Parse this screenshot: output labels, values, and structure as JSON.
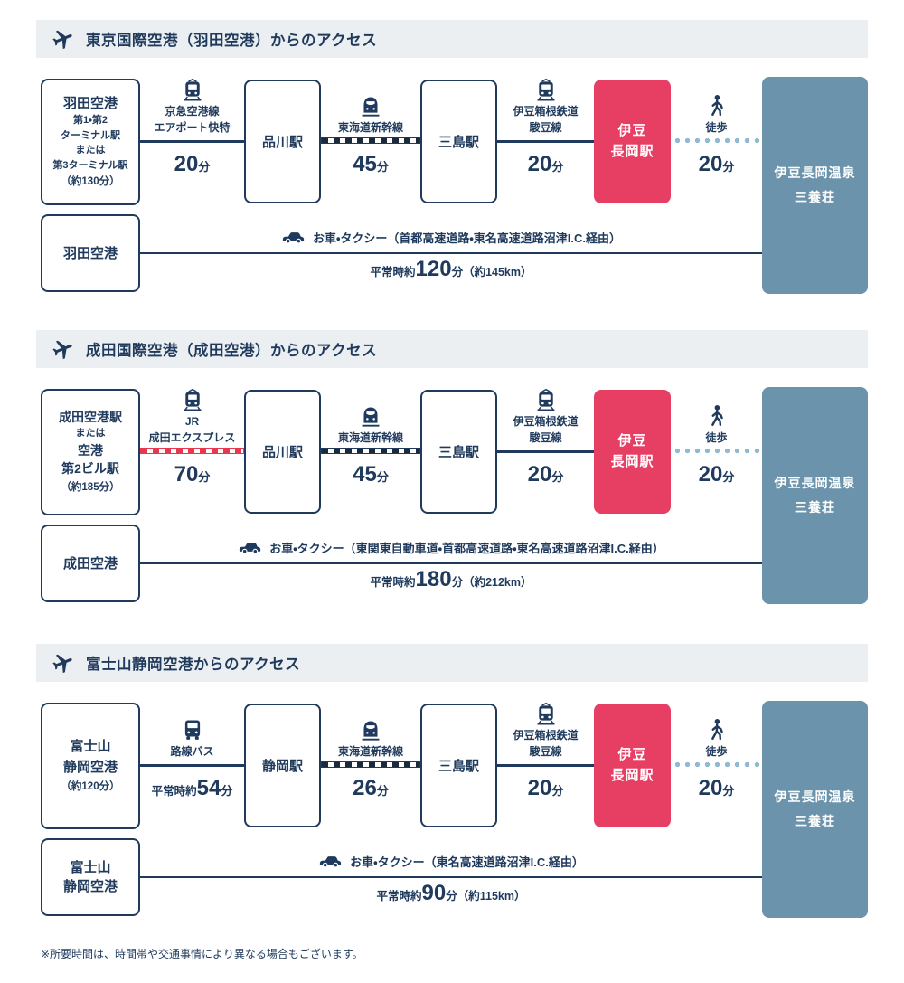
{
  "colors": {
    "navy": "#1f3a5c",
    "header_bg": "#eceff2",
    "pink": "#e73e63",
    "steel_blue": "#6b93ab",
    "walk_dot": "#93b9d0",
    "nex_red": "#e7384f",
    "shink_dark": "#1b2a3a"
  },
  "destination": {
    "line1": "伊豆長岡温泉",
    "line2": "三養荘"
  },
  "footer": {
    "note": "※所要時間は、時間帯や交通事情により異なる場合もございます。"
  },
  "sections": [
    {
      "title": "東京国際空港（羽田空港）からのアクセス",
      "plane_icon": "plane-icon",
      "origin": {
        "title": "羽田空港",
        "lines": [
          "第1・第2",
          "ターミナル駅",
          "または",
          "第3ターミナル駅"
        ],
        "note": "（約130分）"
      },
      "stations": {
        "station1": "品川駅",
        "station2": "三島駅",
        "highlight1": "伊豆",
        "highlight2": "長岡駅"
      },
      "segments": {
        "seg1": {
          "icon": "train-icon",
          "name1": "京急空港線",
          "name2": "エアポート快特",
          "value": "20",
          "unit": "分",
          "line_style": "solid"
        },
        "seg2": {
          "icon": "shinkansen-icon",
          "name1": "東海道新幹線",
          "value": "45",
          "unit": "分",
          "line_style": "shinkansen-dash"
        },
        "seg3": {
          "icon": "train-icon",
          "name1": "伊豆箱根鉄道",
          "name2": "駿豆線",
          "value": "20",
          "unit": "分",
          "line_style": "solid"
        },
        "walk": {
          "icon": "walk-icon",
          "name1": "徒歩",
          "value": "20",
          "unit": "分",
          "line_style": "dotted"
        }
      },
      "car": {
        "icon": "car-icon",
        "origin1": "羽田空港",
        "label": "お車・タクシー（首都高速道路・東名高速道路沼津I.C.経由）",
        "prefix": "平常時約",
        "value": "120",
        "suffix": "分（約145km）"
      }
    },
    {
      "title": "成田国際空港（成田空港）からのアクセス",
      "plane_icon": "plane-icon",
      "origin": {
        "title": "成田空港駅",
        "lines": [
          "または",
          "空港",
          "第2ビル駅"
        ],
        "note": "（約185分）"
      },
      "stations": {
        "station1": "品川駅",
        "station2": "三島駅",
        "highlight1": "伊豆",
        "highlight2": "長岡駅"
      },
      "segments": {
        "seg1": {
          "icon": "train-icon",
          "name1": "JR",
          "name2": "成田エクスプレス",
          "value": "70",
          "unit": "分",
          "line_style": "nex-dash"
        },
        "seg2": {
          "icon": "shinkansen-icon",
          "name1": "東海道新幹線",
          "value": "45",
          "unit": "分",
          "line_style": "shinkansen-dash"
        },
        "seg3": {
          "icon": "train-icon",
          "name1": "伊豆箱根鉄道",
          "name2": "駿豆線",
          "value": "20",
          "unit": "分",
          "line_style": "solid"
        },
        "walk": {
          "icon": "walk-icon",
          "name1": "徒歩",
          "value": "20",
          "unit": "分",
          "line_style": "dotted"
        }
      },
      "car": {
        "icon": "car-icon",
        "origin1": "成田空港",
        "label": "お車・タクシー（東関東自動車道・首都高速道路・東名高速道路沼津I.C.経由）",
        "prefix": "平常時約",
        "value": "180",
        "suffix": "分（約212km）"
      }
    },
    {
      "title": "富士山静岡空港からのアクセス",
      "plane_icon": "plane-icon",
      "origin": {
        "title": "富士山",
        "lines": [
          "静岡空港"
        ],
        "note": "（約120分）"
      },
      "stations": {
        "station1": "静岡駅",
        "station2": "三島駅",
        "highlight1": "伊豆",
        "highlight2": "長岡駅"
      },
      "segments": {
        "seg1": {
          "icon": "bus-icon",
          "name1": "路線バス",
          "prefix": "平常時約",
          "value": "54",
          "unit": "分",
          "line_style": "solid"
        },
        "seg2": {
          "icon": "shinkansen-icon",
          "name1": "東海道新幹線",
          "value": "26",
          "unit": "分",
          "line_style": "shinkansen-dash"
        },
        "seg3": {
          "icon": "train-icon",
          "name1": "伊豆箱根鉄道",
          "name2": "駿豆線",
          "value": "20",
          "unit": "分",
          "line_style": "solid"
        },
        "walk": {
          "icon": "walk-icon",
          "name1": "徒歩",
          "value": "20",
          "unit": "分",
          "line_style": "dotted"
        }
      },
      "car": {
        "icon": "car-icon",
        "origin1": "富士山",
        "origin2": "静岡空港",
        "label": "お車・タクシー（東名高速道路沼津I.C.経由）",
        "prefix": "平常時約",
        "value": "90",
        "suffix": "分（約115km）"
      }
    }
  ]
}
